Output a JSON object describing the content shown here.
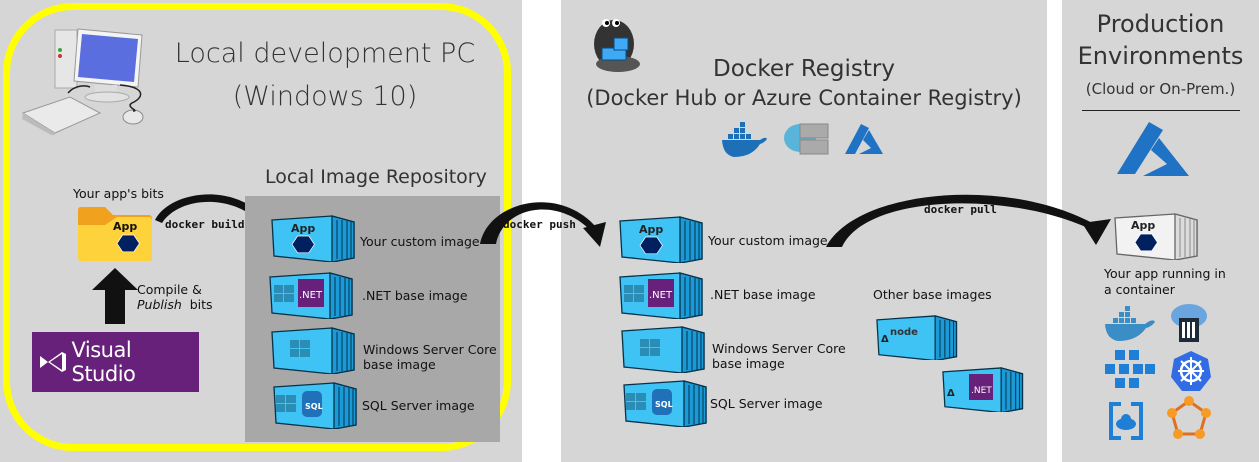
{
  "local": {
    "title_line1": "Local development PC",
    "title_line2": "(Windows 10)",
    "repo_title": "Local Image Repository",
    "app_bits_label": "Your app's bits",
    "app_badge": "App",
    "compile_line1": "Compile &",
    "compile_publish": "Publish",
    "compile_bits": "bits",
    "vs_label": "Visual Studio",
    "docker_build": "docker build",
    "images": [
      {
        "label_line1": "Your custom image",
        "label_line2": "",
        "badge": "App"
      },
      {
        "label_line1": ".NET base image",
        "label_line2": "",
        "badge": ".NET"
      },
      {
        "label_line1": "Windows Server Core",
        "label_line2": "base image",
        "badge": ""
      },
      {
        "label_line1": "SQL Server image",
        "label_line2": "",
        "badge": "SQL"
      }
    ]
  },
  "registry": {
    "title": "Docker Registry",
    "subtitle": "(Docker Hub or Azure Container Registry)",
    "docker_push": "docker push",
    "docker_pull": "docker pull",
    "images": [
      {
        "label_line1": "Your custom image",
        "label_line2": "",
        "badge": "App"
      },
      {
        "label_line1": ".NET base image",
        "label_line2": "",
        "badge": ".NET"
      },
      {
        "label_line1": "Windows Server Core",
        "label_line2": "base image",
        "badge": ""
      },
      {
        "label_line1": "SQL Server image",
        "label_line2": "",
        "badge": "SQL"
      }
    ],
    "other_label": "Other base images",
    "other_images": [
      {
        "badge": "node"
      },
      {
        "badge": ".NET"
      }
    ],
    "logo_icons": [
      "docker-whale-icon",
      "cloud-registry-icon",
      "azure-icon"
    ]
  },
  "prod": {
    "title_line1": "Production",
    "title_line2": "Environments",
    "subtitle": "(Cloud or On-Prem.)",
    "app_badge": "App",
    "running_line1": "Your app running in",
    "running_line2": "a container",
    "orchestrator_icons": [
      "docker-whale-icon",
      "container-instance-icon",
      "service-fabric-icon",
      "kubernetes-icon",
      "app-service-icon",
      "cluster-icon"
    ]
  },
  "colors": {
    "panel": "#d6d6d6",
    "highlight": "#ffff00",
    "repo": "#a8a8a8",
    "container": "#3fc3f5",
    "vs_purple": "#68217a",
    "azure_blue": "#1f72c4"
  }
}
